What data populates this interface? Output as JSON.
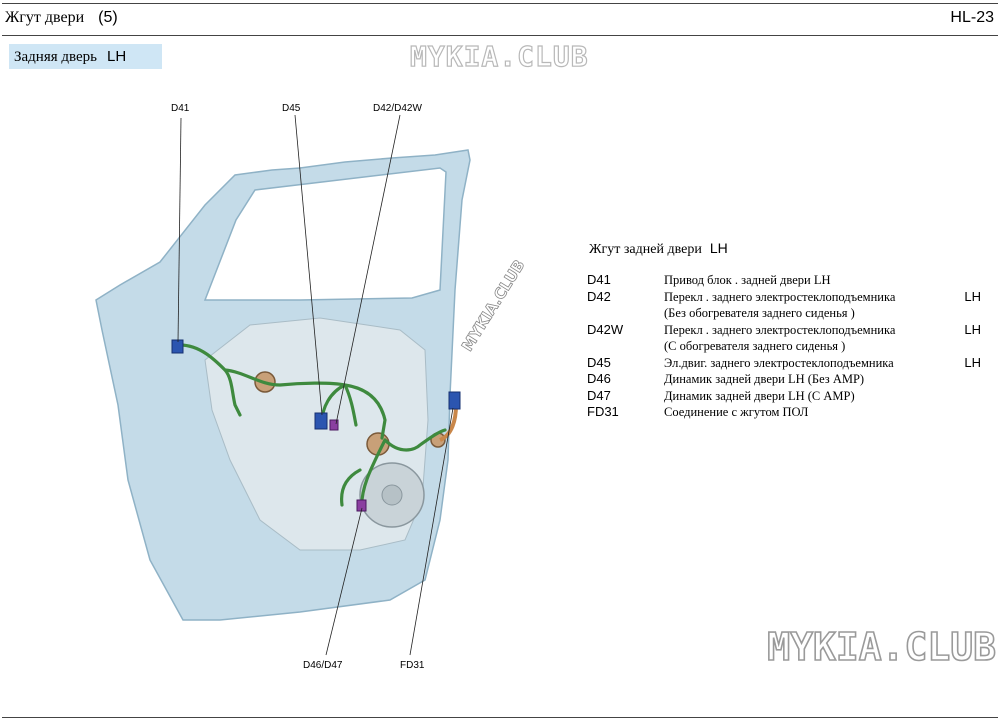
{
  "header": {
    "title": "Жгут двери",
    "title_num": "(5)",
    "page_code": "HL-23"
  },
  "section": {
    "label": "Задняя дверь",
    "side": "LH"
  },
  "watermarks": {
    "top": "MYKIA.CLUB",
    "bottom": "MYKIA.CLUB",
    "diagonal": "MYKIA.CLUB"
  },
  "callouts": {
    "d41": "D41",
    "d45": "D45",
    "d42": "D42/D42W",
    "d46": "D46/D47",
    "fd31": "FD31"
  },
  "legend": {
    "title": "Жгут задней двери",
    "title_side": "LH",
    "items": [
      {
        "code": "D41",
        "desc": "Привод блок . задней двери LH",
        "side": "",
        "cont": ""
      },
      {
        "code": "D42",
        "desc": "Перекл . заднего электростеклоподъемника",
        "side": "LH",
        "cont": "(Без обогревателя заднего сиденья )"
      },
      {
        "code": "D42W",
        "desc": "Перекл . заднего электростеклоподъемника",
        "side": "LH",
        "cont": "(С обогревателя заднего сиденья )"
      },
      {
        "code": "D45",
        "desc": "Эл.двиг. заднего электростеклоподъемника",
        "side": "LH",
        "cont": ""
      },
      {
        "code": "D46",
        "desc": "Динамик задней двери LH (Без AMP)",
        "side": "",
        "cont": ""
      },
      {
        "code": "D47",
        "desc": "Динамик задней двери LH (С AMP)",
        "side": "",
        "cont": ""
      },
      {
        "code": "FD31",
        "desc": "Соединение с жгутом ПОЛ",
        "side": "",
        "cont": ""
      }
    ]
  },
  "colors": {
    "door": "#b9d3e2",
    "harness": "#3e8a3e",
    "connector_blue": "#2b55b0",
    "connector_purple": "#8a3fa0",
    "label_bg": "#cfe6f5"
  }
}
